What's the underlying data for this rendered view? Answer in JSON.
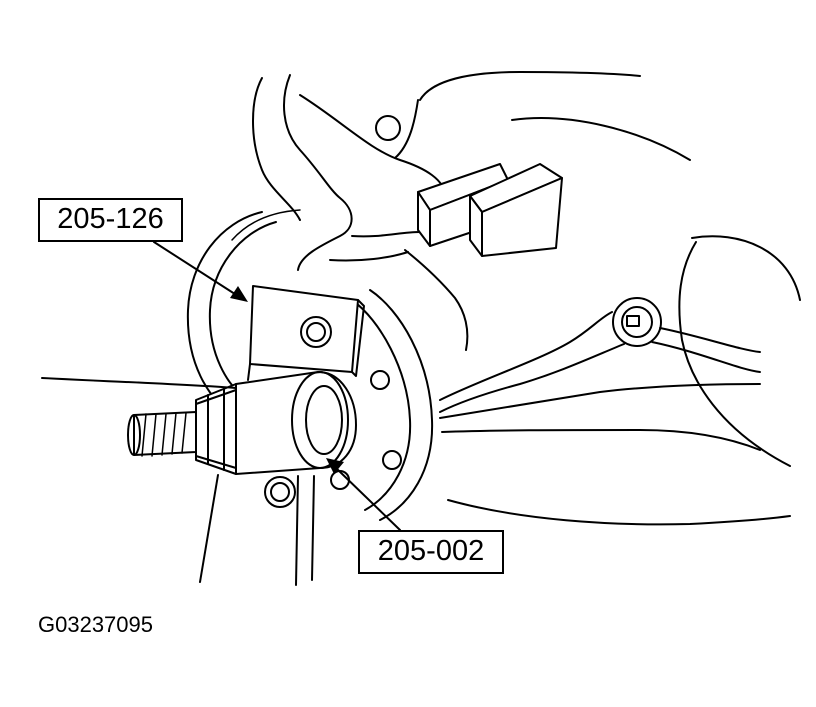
{
  "callouts": {
    "tool_1": "205-126",
    "tool_2": "205-002"
  },
  "figure_id": "G03237095"
}
